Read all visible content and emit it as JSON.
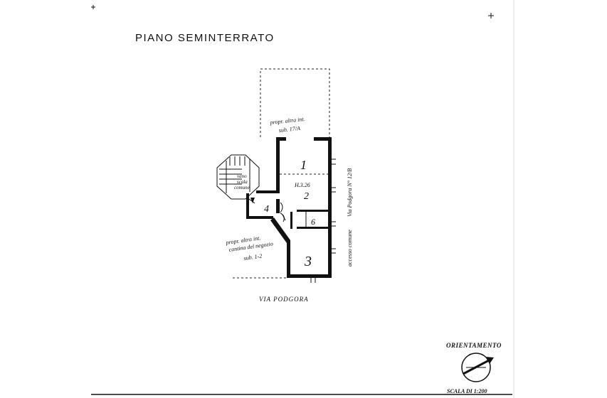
{
  "sheet": {
    "title": "PIANO SEMINTERRATO",
    "street_label": "VIA PODGORA",
    "side_street_label": "Via Podgora N° 12/B",
    "side_note": "accesso comune",
    "orientation_label": "ORIENTAMENTO",
    "scale_label": "SCALA DI 1:200"
  },
  "plan": {
    "upper_note_line1": "propr. altra int.",
    "upper_note_line2": "sub. 17/A",
    "stair_line1": "vano",
    "stair_line2": "scala",
    "stair_line3": "comune",
    "lower_note_line1": "propr. altra int.",
    "lower_note_line2": "cantina del negozio",
    "lower_note_line3": "sub. 1-2",
    "height_label": "H.3.26",
    "rooms": {
      "r1": "1",
      "r2": "2",
      "r3": "3",
      "r4": "4",
      "r6": "6"
    }
  }
}
